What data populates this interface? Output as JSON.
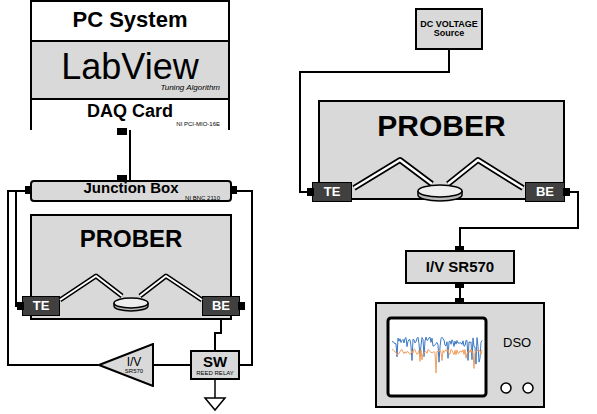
{
  "diagram": {
    "nodes": [
      {
        "text": [
          "PC System"
        ]
      },
      {
        "text": [
          "LabView",
          "Tuning Algorithm"
        ],
        "in": 0
      },
      {
        "text": [
          "DAQ Card",
          "NI PCI-MIO-16E"
        ],
        "in": 0
      },
      {
        "text": [
          "Junction Box",
          "NI BNC 2110"
        ]
      },
      {
        "text": [
          "PROBER"
        ]
      },
      {
        "text": [
          "TE"
        ],
        "in": 4
      },
      {
        "text": [
          "BE"
        ],
        "in": 4
      },
      {
        "text": [
          "I/V",
          "SR570"
        ]
      },
      {
        "text": [
          "SW",
          "REED RELAY"
        ]
      },
      {
        "text": [
          "DC VOLTAGE Source"
        ]
      },
      {
        "text": [
          "PROBER"
        ]
      },
      {
        "text": [
          "TE"
        ],
        "in": 10
      },
      {
        "text": [
          "BE"
        ],
        "in": 10
      },
      {
        "text": [
          "I/V SR570"
        ]
      },
      {
        "text": [
          "DSO"
        ]
      }
    ],
    "edges": [
      {
        "from": 2,
        "to": 3,
        "arrow": "none"
      },
      {
        "from": 3,
        "to": 5,
        "arrow": "none"
      },
      {
        "from": 7,
        "to": 3,
        "arrow": "none"
      },
      {
        "from": 3,
        "to": 8,
        "arrow": "none"
      },
      {
        "from": 6,
        "to": 8,
        "arrow": "none"
      },
      {
        "from": 8,
        "to": 7,
        "arrow": "none"
      },
      {
        "from": 9,
        "to": 11,
        "arrow": "none"
      },
      {
        "from": 12,
        "to": 13,
        "arrow": "none"
      },
      {
        "from": 13,
        "to": 14,
        "arrow": "none"
      }
    ]
  }
}
